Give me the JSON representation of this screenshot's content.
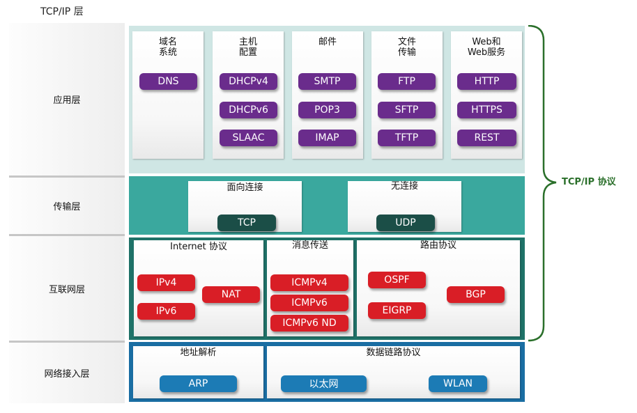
{
  "header": {
    "title": "TCP/IP 层"
  },
  "protocol_label": "TCP/IP 协议",
  "colors": {
    "application": "#6a2c8c",
    "transport": "#1b4e47",
    "internet": "#d91e26",
    "network_access": "#1c7bb5",
    "bracket": "#2a6f2a"
  },
  "layers": {
    "application": "应用层",
    "transport": "传输层",
    "internet": "互联网层",
    "network_access": "网络接入层"
  },
  "application": {
    "groups": [
      {
        "title_lines": [
          "域名",
          "系统"
        ],
        "protocols": [
          "DNS"
        ]
      },
      {
        "title_lines": [
          "主机",
          "配置"
        ],
        "protocols": [
          "DHCPv4",
          "DHCPv6",
          "SLAAC"
        ]
      },
      {
        "title_lines": [
          "邮件"
        ],
        "protocols": [
          "SMTP",
          "POP3",
          "IMAP"
        ]
      },
      {
        "title_lines": [
          "文件",
          "传输"
        ],
        "protocols": [
          "FTP",
          "SFTP",
          "TFTP"
        ]
      },
      {
        "title_lines": [
          "Web和",
          "Web服务"
        ],
        "protocols": [
          "HTTP",
          "HTTPS",
          "REST"
        ]
      }
    ]
  },
  "transport": {
    "groups": [
      {
        "title": "面向连接",
        "protocol": "TCP"
      },
      {
        "title": "无连接",
        "protocol": "UDP"
      }
    ]
  },
  "internet": {
    "groups": [
      {
        "title": "Internet 协议",
        "protocols": [
          "IPv4",
          "IPv6",
          "NAT"
        ]
      },
      {
        "title": "消息传送",
        "protocols": [
          "ICMPv4",
          "ICMPv6",
          "ICMPv6 ND"
        ]
      },
      {
        "title": "路由协议",
        "protocols": [
          "OSPF",
          "EIGRP",
          "BGP"
        ]
      }
    ]
  },
  "network_access": {
    "groups": [
      {
        "title": "地址解析",
        "protocols": [
          "ARP"
        ]
      },
      {
        "title": "数据链路协议",
        "protocols": [
          "以太网",
          "WLAN"
        ]
      }
    ]
  }
}
